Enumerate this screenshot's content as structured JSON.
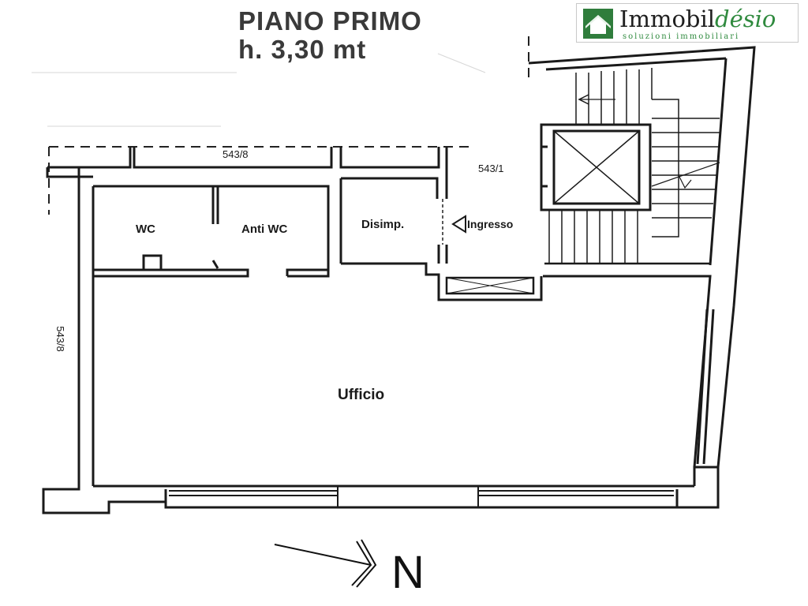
{
  "header": {
    "title_line1": "PIANO PRIMO",
    "title_line2": "h. 3,30 mt"
  },
  "logo": {
    "brand_part1": "Immobil",
    "brand_part2": "désio",
    "tagline": "soluzioni immobiliari",
    "icon": "house-icon",
    "colors": {
      "brand_green": "#2f7d3c",
      "text_dark": "#1f1f1f"
    }
  },
  "plan": {
    "parcel_top": "543/8",
    "parcel_right": "543/1",
    "parcel_left": "543/8",
    "rooms": {
      "wc": "WC",
      "anti_wc": "Anti WC",
      "disimpegno": "Disimp.",
      "ingresso": "Ingresso",
      "ufficio": "Ufficio"
    },
    "north_label": "N",
    "icons": [
      "entrance-arrow-icon",
      "north-arrow-icon",
      "elevator-icon",
      "staircase-icon"
    ]
  }
}
